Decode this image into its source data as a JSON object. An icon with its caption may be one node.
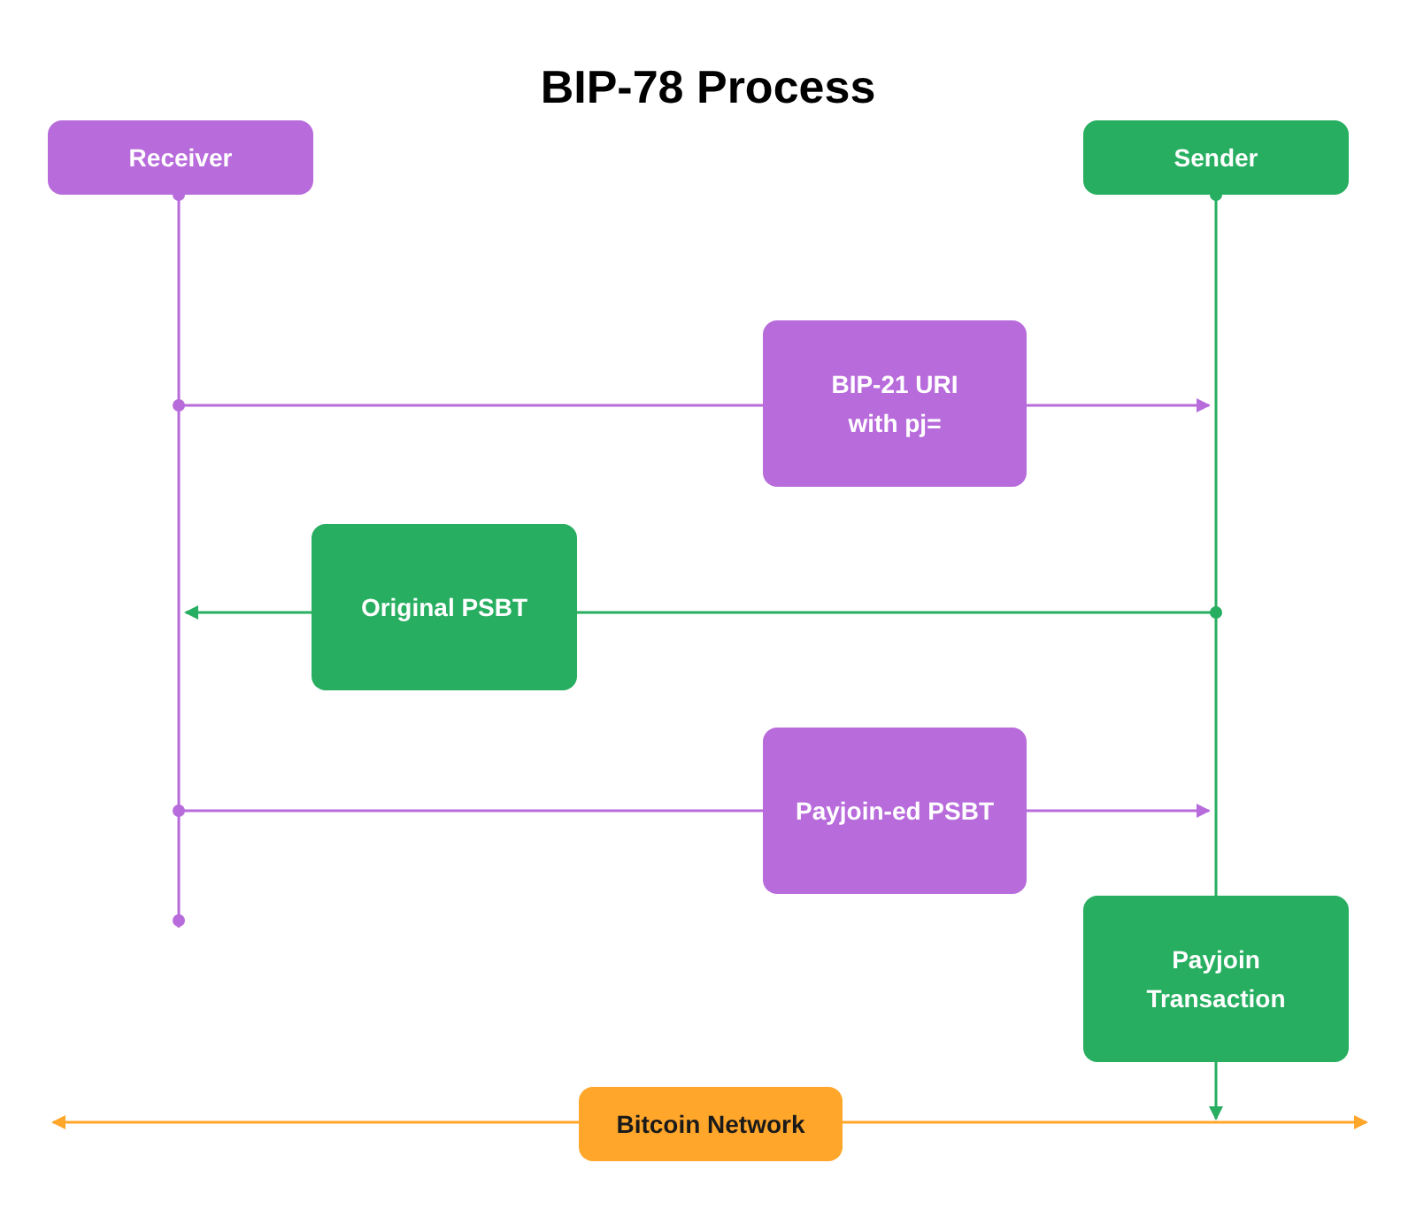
{
  "diagram": {
    "title": "BIP-78 Process",
    "nodes": [
      {
        "text": [
          "Receiver"
        ]
      },
      {
        "text": [
          "Sender"
        ]
      },
      {
        "text": [
          "BIP-21 URI with pj="
        ]
      },
      {
        "text": [
          "Original PSBT"
        ]
      },
      {
        "text": [
          "Payjoin-ed PSBT"
        ]
      },
      {
        "text": [
          "Payjoin Transaction"
        ]
      },
      {
        "text": [
          "Bitcoin Network"
        ]
      },
      {
        "text": [],
        "shape": "bar"
      },
      {
        "text": [],
        "shape": "bar"
      }
    ],
    "edges": [
      {
        "from": 7,
        "to": 2,
        "arrow": "other",
        "color": "#b86bdb"
      },
      {
        "from": 2,
        "to": 8,
        "arrow": "to",
        "color": "#b86bdb"
      },
      {
        "from": 8,
        "to": 3,
        "arrow": "other",
        "color": "#27ae60"
      },
      {
        "from": 3,
        "to": 7,
        "arrow": "to",
        "color": "#27ae60"
      },
      {
        "from": 7,
        "to": 4,
        "arrow": "other",
        "color": "#b86bdb"
      },
      {
        "from": 4,
        "to": 8,
        "arrow": "to",
        "color": "#b86bdb"
      },
      {
        "from": 5,
        "to": null,
        "arrow": "to",
        "color": "#27ae60"
      },
      {
        "from": 6,
        "to": null,
        "arrow": "to",
        "color": "#ffa62b"
      },
      {
        "from": 6,
        "to": null,
        "arrow": "to",
        "color": "#ffa62b"
      }
    ]
  }
}
